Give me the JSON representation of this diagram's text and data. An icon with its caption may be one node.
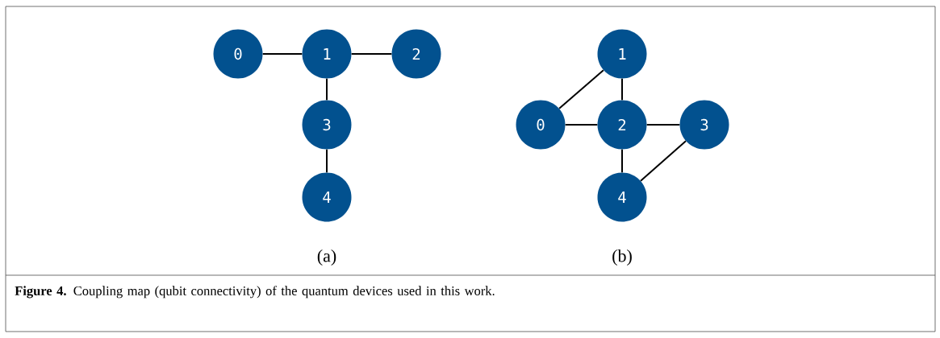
{
  "diagram": {
    "caption": "**Figure 4.** Coupling map (qubit connectivity) of the quantum devices used in this work.",
    "nodes": [
      {
        "text": [
          "0"
        ]
      },
      {
        "text": [
          "1"
        ]
      },
      {
        "text": [
          "2"
        ]
      },
      {
        "text": [
          "3"
        ]
      },
      {
        "text": [
          "4"
        ]
      },
      {
        "text": [
          "1"
        ]
      },
      {
        "text": [
          "0"
        ]
      },
      {
        "text": [
          "2"
        ]
      },
      {
        "text": [
          "3"
        ]
      },
      {
        "text": [
          "4"
        ]
      }
    ],
    "edges": [
      {
        "from": 0,
        "to": 1,
        "arrow": "none"
      },
      {
        "from": 1,
        "to": 2,
        "arrow": "none"
      },
      {
        "from": 1,
        "to": 3,
        "arrow": "none"
      },
      {
        "from": 3,
        "to": 4,
        "arrow": "none"
      },
      {
        "from": 5,
        "to": 6,
        "arrow": "none"
      },
      {
        "from": 5,
        "to": 7,
        "arrow": "none"
      },
      {
        "from": 6,
        "to": 7,
        "arrow": "none"
      },
      {
        "from": 7,
        "to": 8,
        "arrow": "none"
      },
      {
        "from": 7,
        "to": 9,
        "arrow": "none"
      },
      {
        "from": 8,
        "to": 9,
        "arrow": "none"
      }
    ],
    "labels": [
      "(a)",
      "(b)"
    ]
  }
}
